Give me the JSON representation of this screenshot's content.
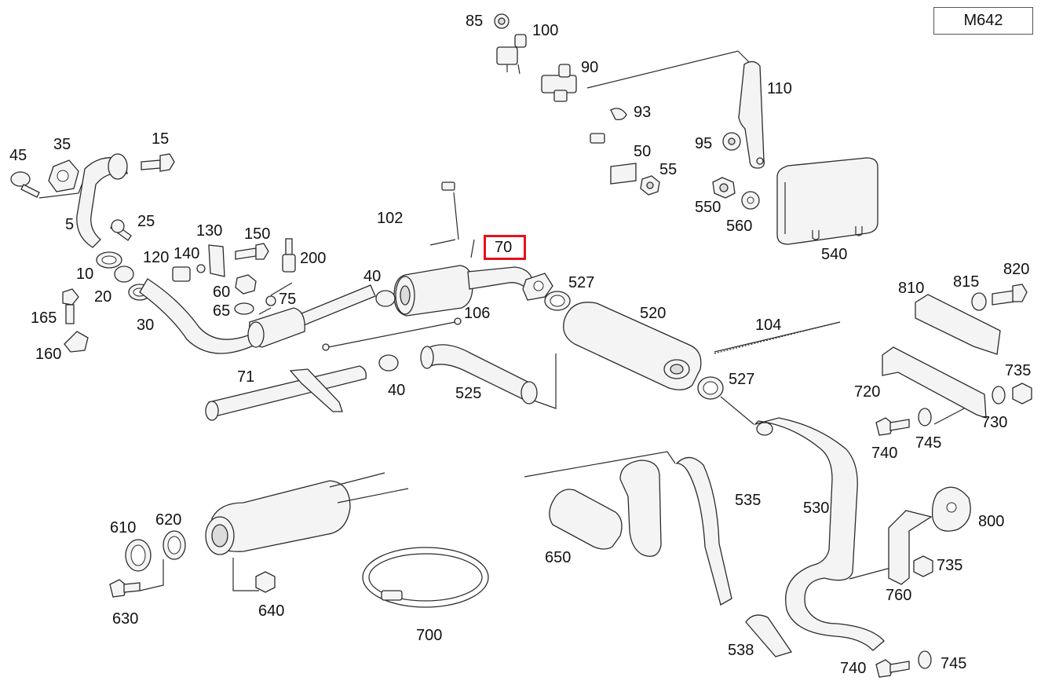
{
  "model_code": "M642",
  "highlighted_part": "70",
  "callouts": [
    "85",
    "100",
    "90",
    "110",
    "93",
    "45",
    "35",
    "15",
    "50",
    "55",
    "95",
    "5",
    "25",
    "102",
    "550",
    "560",
    "540",
    "130",
    "150",
    "200",
    "140",
    "120",
    "10",
    "20",
    "70",
    "60",
    "65",
    "75",
    "40",
    "527",
    "520",
    "165",
    "30",
    "106",
    "104",
    "810",
    "815",
    "820",
    "160",
    "71",
    "40",
    "525",
    "527",
    "720",
    "735",
    "730",
    "740",
    "745",
    "535",
    "530",
    "610",
    "620",
    "800",
    "650",
    "735",
    "760",
    "630",
    "640",
    "700",
    "538",
    "740",
    "745"
  ]
}
